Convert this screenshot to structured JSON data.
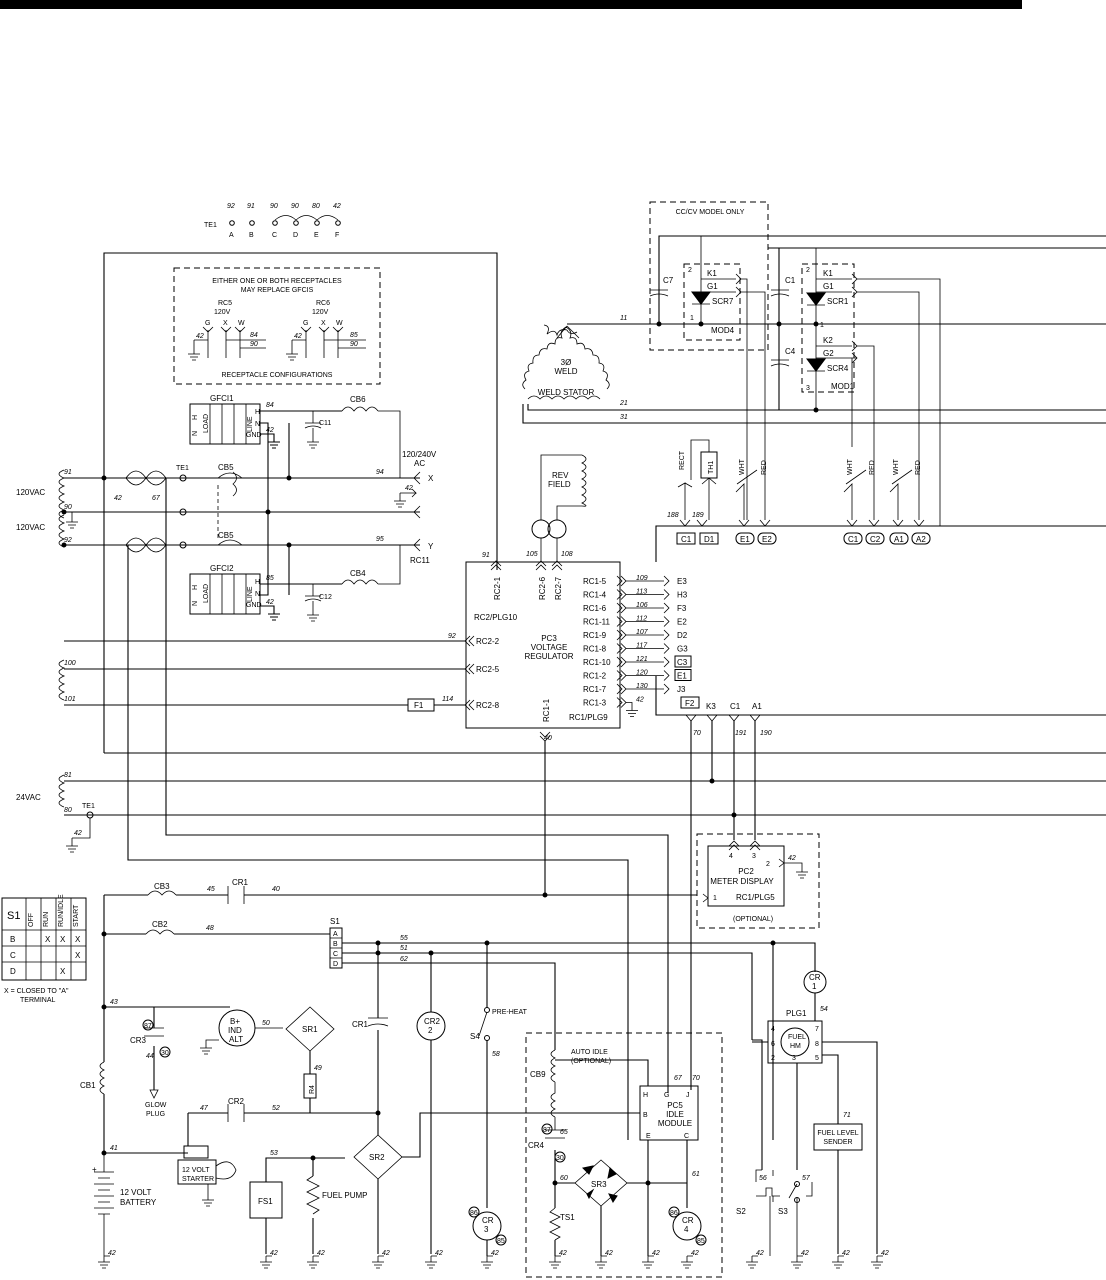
{
  "te1_terminals": {
    "label": "TE1",
    "wires": [
      "92",
      "91",
      "90",
      "90",
      "80",
      "42"
    ],
    "letters": [
      "A",
      "B",
      "C",
      "D",
      "E",
      "F"
    ]
  },
  "receptacle_box": {
    "note_line1": "EITHER ONE OR BOTH RECEPTACLES",
    "note_line2": "MAY REPLACE GFCIS",
    "rc5": "RC5",
    "rc5_v": "120V",
    "rc6": "RC6",
    "rc6_v": "120V",
    "pins": [
      "G",
      "X",
      "W"
    ],
    "rc5_wires": [
      "42",
      "84",
      "90"
    ],
    "rc6_wires": [
      "42",
      "85",
      "90"
    ],
    "caption": "RECEPTACLE CONFIGURATIONS"
  },
  "gfci1": {
    "name": "GFCI1",
    "load": "LOAD",
    "h": "H",
    "n": "N",
    "line": "LINE",
    "line_h": "H",
    "line_n": "N",
    "gnd": "GND",
    "w_in": "84",
    "w_gnd": "42",
    "cap": "C11",
    "cb": "CB6"
  },
  "gfci2": {
    "name": "GFCI2",
    "load": "LOAD",
    "h": "H",
    "n": "N",
    "line": "LINE",
    "line_h": "H",
    "line_n": "N",
    "gnd": "GND",
    "w_in": "85",
    "w_gnd": "42",
    "cap": "C12",
    "cb": "CB4"
  },
  "output": {
    "v_line1": "120/240V",
    "v_line2": "AC",
    "x": "X",
    "y": "Y",
    "w94": "94",
    "w42": "42",
    "w95": "95",
    "rc11": "RC11"
  },
  "aux_windings": {
    "upper": "120VAC",
    "lower": "120VAC",
    "w91": "91",
    "w90": "90",
    "w92": "92",
    "w42": "42",
    "w67": "67",
    "te1": "TE1",
    "cb5a": "CB5",
    "cb5b": "CB5"
  },
  "pc3": {
    "name": "PC3",
    "line2": "VOLTAGE",
    "line3": "REGULATOR",
    "plg10": "RC2/PLG10",
    "plg9": "RC1/PLG9",
    "left_pins": [
      {
        "pin": "RC2-2",
        "wire": "92"
      },
      {
        "pin": "RC2-5",
        "wire": "100"
      },
      {
        "pin": "RC2-8",
        "wire": "114"
      }
    ],
    "top_pins": [
      {
        "pin": "RC2-1",
        "wire": "91"
      },
      {
        "pin": "RC2-6",
        "wire": "105"
      },
      {
        "pin": "RC2-7",
        "wire": "108"
      }
    ],
    "right_pins": [
      {
        "pin": "RC1-5",
        "wire": "109",
        "dest": "E3"
      },
      {
        "pin": "RC1-4",
        "wire": "113",
        "dest": "H3"
      },
      {
        "pin": "RC1-6",
        "wire": "106",
        "dest": "F3"
      },
      {
        "pin": "RC1-11",
        "wire": "112",
        "dest": "E2"
      },
      {
        "pin": "RC1-9",
        "wire": "107",
        "dest": "D2"
      },
      {
        "pin": "RC1-8",
        "wire": "117",
        "dest": "G3"
      },
      {
        "pin": "RC1-10",
        "wire": "121",
        "dest": "C3"
      },
      {
        "pin": "RC1-2",
        "wire": "120",
        "dest": "E1"
      },
      {
        "pin": "RC1-7",
        "wire": "130",
        "dest": "J3"
      },
      {
        "pin": "RC1-3",
        "wire": "42",
        "dest": ""
      }
    ],
    "bottom_pin": {
      "pin": "RC1-1",
      "wire": "40"
    },
    "rev_field": "REV",
    "rev_field2": "FIELD",
    "fuse": "F1",
    "w101": "101",
    "w100": "100"
  },
  "mid_tags": {
    "rect": "RECT",
    "th1": "TH1",
    "w188": "188",
    "w189": "189",
    "c1": "C1",
    "d1": "D1",
    "wht1": "WHT",
    "red1": "RED",
    "e1": "E1",
    "e2": "E2",
    "wht2": "WHT",
    "red2": "RED",
    "wht3": "WHT",
    "red3": "RED",
    "c1b": "C1",
    "c2": "C2",
    "a1": "A1",
    "a2": "A2"
  },
  "f2_row": {
    "f2": "F2",
    "k3": "K3",
    "c1": "C1",
    "a1": "A1",
    "w70": "70",
    "w191": "191",
    "w190": "190"
  },
  "weld": {
    "phase": "3Ø",
    "weld": "WELD",
    "stator": "WELD STATOR",
    "w11": "11",
    "w21": "21",
    "w31": "31"
  },
  "ccv_box": {
    "title": "CC/CV MODEL ONLY",
    "c7": "C7",
    "k1": "K1",
    "g1": "G1",
    "scr": "SCR7",
    "mod": "MOD4",
    "pin2": "2",
    "pin1": "1"
  },
  "mod1": {
    "name": "MOD1",
    "k1": "K1",
    "g1": "G1",
    "scr1": "SCR1",
    "k2": "K2",
    "g2": "G2",
    "scr4": "SCR4",
    "c1": "C1",
    "c4": "C4",
    "p2": "2",
    "p1": "1",
    "p3": "3"
  },
  "ac24": {
    "label": "24VAC",
    "w81": "81",
    "w80": "80",
    "te1": "TE1",
    "w42": "42"
  },
  "pc2": {
    "name": "PC2",
    "sub": "METER DISPLAY",
    "plg": "RC1/PLG5",
    "opt": "(OPTIONAL)",
    "p1": "1",
    "p2": "2",
    "p3": "3",
    "p4": "4",
    "w42": "42"
  },
  "switch_table": {
    "title": "S1",
    "cols": [
      "OFF",
      "RUN",
      "RUN/IDLE",
      "START"
    ],
    "rows": [
      {
        "r": "B",
        "v": [
          "",
          "X",
          "X",
          "X"
        ]
      },
      {
        "r": "C",
        "v": [
          "",
          "",
          "",
          "X"
        ]
      },
      {
        "r": "D",
        "v": [
          "",
          "",
          "X",
          ""
        ]
      }
    ],
    "note_line1": "X = CLOSED TO \"A\"",
    "note_line2": "TERMINAL"
  },
  "control": {
    "cb3": "CB3",
    "w45": "45",
    "cr1": "CR1",
    "w40": "40",
    "cb2": "CB2",
    "w48": "48",
    "s1": "S1",
    "s1_pins": [
      "A",
      "B",
      "C",
      "D"
    ],
    "w55": "55",
    "w51": "51",
    "w62": "62",
    "w43": "43",
    "cr3": "CR3",
    "t87": "87",
    "t30": "30",
    "w44": "44",
    "glow1": "GLOW",
    "glow2": "PLUG",
    "alt1": "B+",
    "alt2": "IND",
    "alt3": "ALT",
    "w50": "50",
    "sr1": "SR1",
    "w49": "49",
    "r4": "R4",
    "cr1b": "CR1",
    "cr2": "CR2",
    "cr2b": "CR2",
    "w47": "47",
    "w52": "52",
    "cb1": "CB1",
    "w41": "41",
    "bat1": "12 VOLT",
    "bat2": "BATTERY",
    "starter1": "12 VOLT",
    "starter2": "STARTER",
    "fs1": "FS1",
    "w53": "53",
    "fuel_pump": "FUEL PUMP",
    "sr2": "SR2",
    "s4": "S4",
    "preheat": "PRE-HEAT",
    "w58": "58",
    "cr3b": "CR",
    "cr3n": "3",
    "t86": "86",
    "t85": "85",
    "autoidle1": "AUTO IDLE",
    "autoidle2": "(OPTIONAL)",
    "cb9": "CB9",
    "cr4": "CR4",
    "t87b": "87",
    "w65": "65",
    "t30b": "30",
    "w60": "60",
    "ts1": "TS1",
    "sr3": "SR3",
    "pc5": "PC5",
    "idle1": "IDLE",
    "idle2": "MODULE",
    "pc5_h": "H",
    "pc5_g": "G",
    "pc5_j": "J",
    "pc5_b": "B",
    "pc5_e": "E",
    "pc5_c": "C",
    "w67": "67",
    "w70": "70",
    "w61": "61",
    "cr4b": "CR",
    "cr4n": "4",
    "t86b": "86",
    "t85b": "85",
    "s2": "S2",
    "w56": "56",
    "s3": "S3",
    "w57": "57",
    "plg1": "PLG1",
    "hm1": "FUEL",
    "hm2": "HM",
    "plg1_pins": [
      "4",
      "7",
      "6",
      "8",
      "2",
      "3",
      "5"
    ],
    "cr1c": "CR",
    "cr1n": "1",
    "w54": "54",
    "w71": "71",
    "fls1": "FUEL LEVEL",
    "fls2": "SENDER",
    "gnd": "42"
  }
}
